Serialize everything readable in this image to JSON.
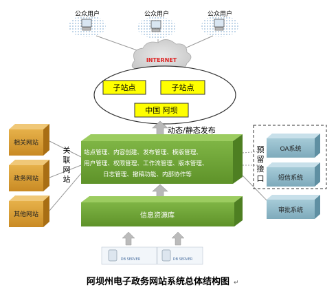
{
  "public_users": [
    "公众用户",
    "公众用户",
    "公众用户"
  ],
  "internet_label": "INTERNET",
  "subsites": [
    "子站点",
    "子站点"
  ],
  "china_aba": "中国 阿坝",
  "publish_label": "动态/静态发布",
  "related_sites_label": [
    "关",
    "联",
    "网",
    "站"
  ],
  "left_sites": [
    "相关网站",
    "政务网站",
    "其他网站"
  ],
  "core_functions": [
    "站点管理、内容创建、发布管理、模版管理、",
    "用户管理、权限管理、工作流管理、版本管理、",
    "日志管理、撤稿功能、内部协作等"
  ],
  "reserved_interface_label": [
    "预",
    "留",
    "接",
    "口"
  ],
  "right_systems": [
    "OA系统",
    "短信系统",
    "审批系统"
  ],
  "info_db": "信息资源库",
  "server_labels": [
    "DB SERVER",
    "DB SERVER"
  ],
  "caption": "阿坝州电子政务网站系统总体结构图",
  "colors": {
    "green_front": "#70a43a",
    "green_top": "#8fc050",
    "orange_front": "#d99d35",
    "teal_front": "#8cb8c8",
    "yellow_box": "#ffff00"
  }
}
